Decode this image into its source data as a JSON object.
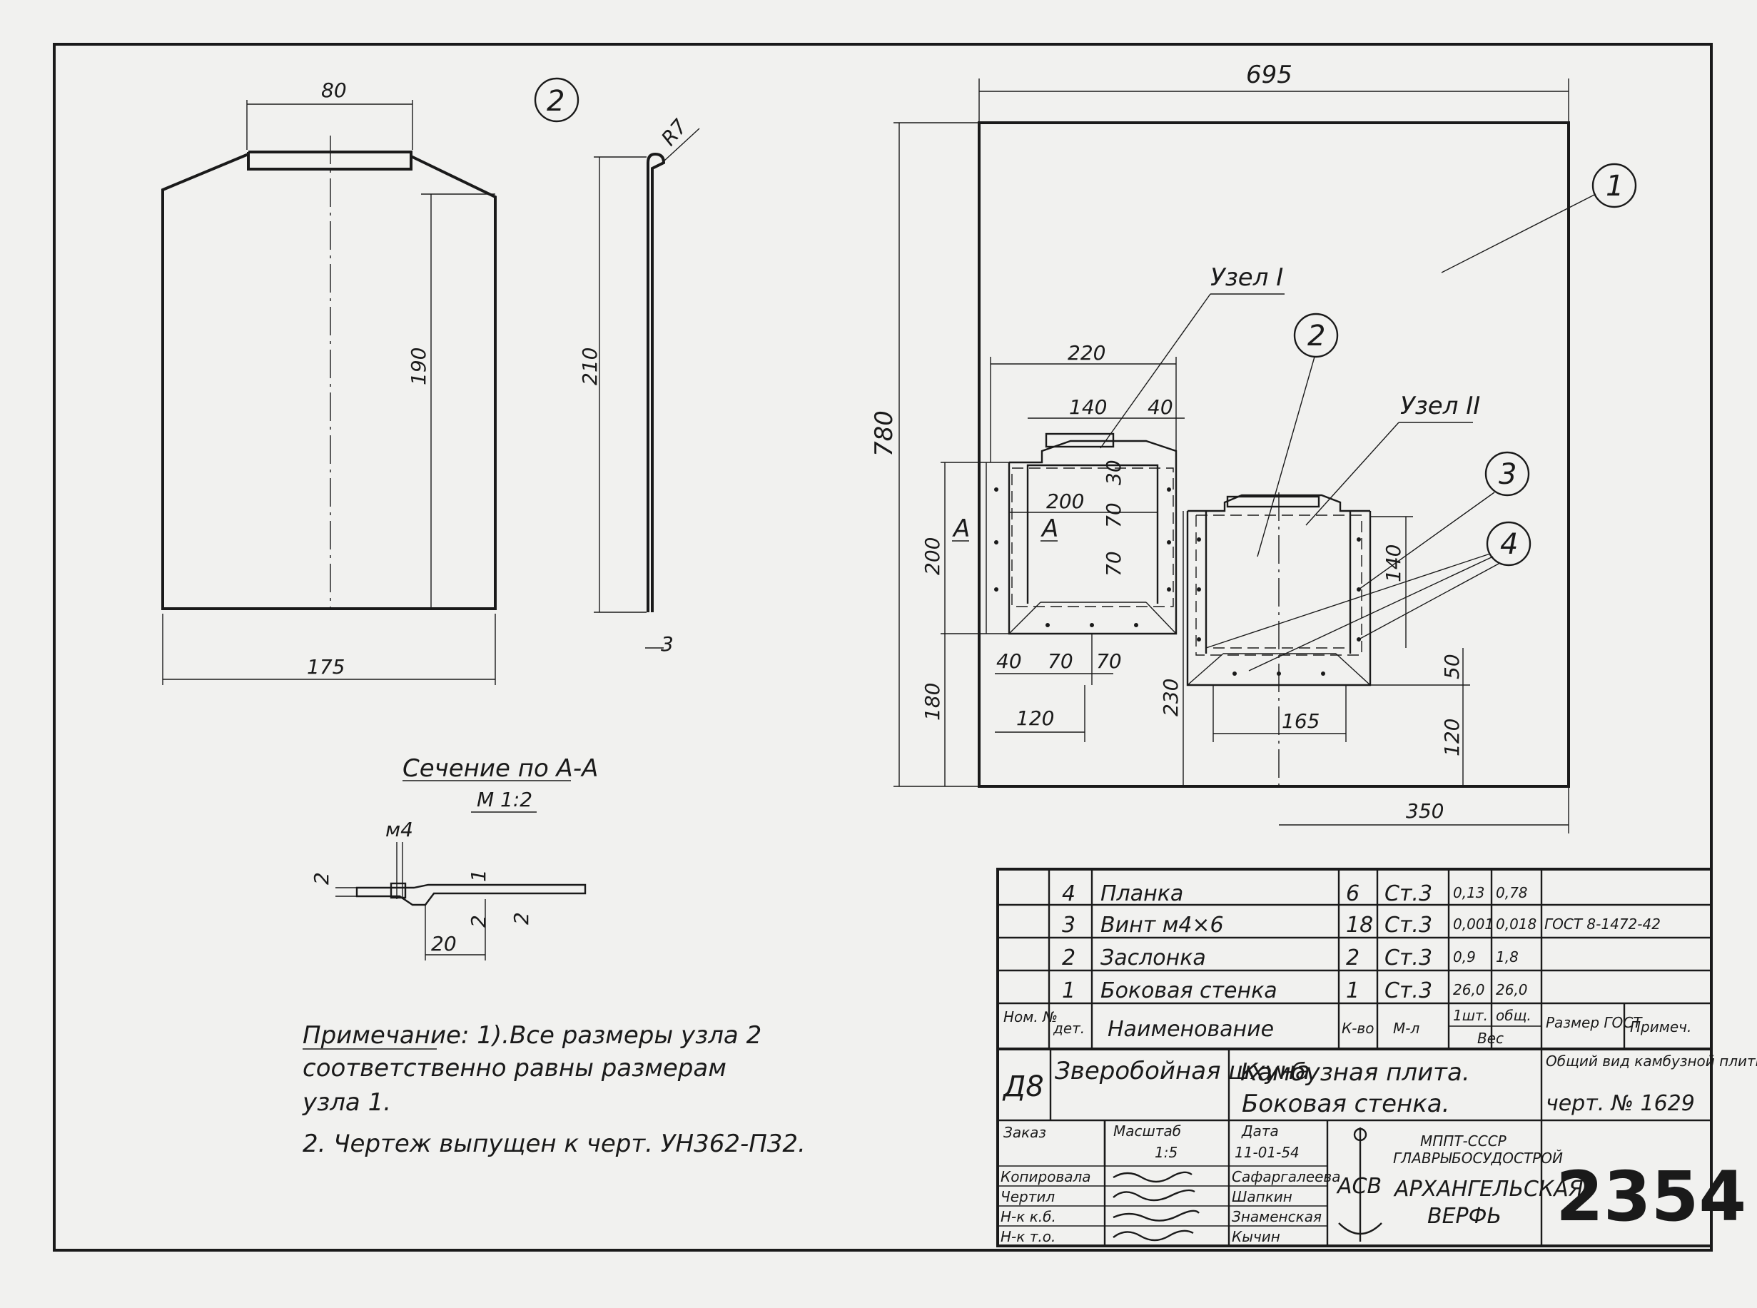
{
  "drawing": {
    "view1": {
      "top_width": "80",
      "height": "190",
      "bottom_width": "175"
    },
    "view2": {
      "mark": "2",
      "height": "210",
      "radius": "R7",
      "thickness": "3"
    },
    "section": {
      "title": "Сечение по А-А",
      "scale": "М 1:2",
      "thread": "м4",
      "d_left": "2",
      "d_right1": "1",
      "d_right2": "2",
      "d_under1": "2",
      "d_bottom": "20"
    },
    "note": {
      "line1": "Примечание: 1).Все размеры узла 2",
      "line2": "соответственно равны размерам",
      "line3": "узла 1.",
      "line4": "2. Чертеж выпущен к черт. УН362-П32."
    },
    "main": {
      "overall_width": "695",
      "overall_height": "780",
      "node1": "Узел I",
      "node2": "Узел II",
      "d220": "220",
      "d140": "140",
      "d40": "40",
      "d30": "30",
      "d200a": "200",
      "d70a": "70",
      "d70b": "70",
      "d200v": "200",
      "d180": "180",
      "d40h": "40",
      "d70h1": "70",
      "d70h2": "70",
      "d120": "120",
      "d140v": "140",
      "d230": "230",
      "d165": "165",
      "d50": "50",
      "d120v": "120",
      "d350": "350",
      "sec_a": "А",
      "callouts": [
        "1",
        "2",
        "3",
        "4"
      ]
    }
  },
  "parts": [
    {
      "num": "4",
      "name": "Планка",
      "qty": "6",
      "mat": "Ст.3",
      "w1": "0,13",
      "wt": "0,78",
      "std": ""
    },
    {
      "num": "3",
      "name": "Винт м4×6",
      "qty": "18",
      "mat": "Ст.3",
      "w1": "0,001",
      "wt": "0,018",
      "std": "ГОСТ 8-1472-42"
    },
    {
      "num": "2",
      "name": "Заслонка",
      "qty": "2",
      "mat": "Ст.3",
      "w1": "0,9",
      "wt": "1,8",
      "std": ""
    },
    {
      "num": "1",
      "name": "Боковая стенка",
      "qty": "1",
      "mat": "Ст.3",
      "w1": "26,0",
      "wt": "26,0",
      "std": ""
    }
  ],
  "parts_header": {
    "num": "Ном. №",
    "det": "дет.",
    "name": "Наименование",
    "qty": "К-во",
    "mat": "М-л",
    "w1": "1шт.",
    "wt": "общ.",
    "weight": "Вес",
    "std": "Размер ГОСТ",
    "note": "Примеч."
  },
  "title_block": {
    "code": "Д8",
    "vessel": "Зверобойная шхуна",
    "title1": "Камбузная плита.",
    "title2": "Боковая стенка.",
    "view": "Общий вид камбузной плиты",
    "chert": "черт. № 1629",
    "order": "Заказ",
    "scale_label": "Масштаб",
    "scale": "1:5",
    "date_label": "Дата",
    "date": "11-01-54",
    "roles": [
      "Копировала",
      "Чертил",
      "Н-к к.б.",
      "Н-к т.о."
    ],
    "names": [
      "Сафаргалеева",
      "Шапкин",
      "Знаменская",
      "Кычин"
    ],
    "org1": "МППТ-СССР",
    "org2": "ГЛАВРЫБОСУДОСТРОЙ",
    "org3": "АРХАНГЕЛЬСКАЯ",
    "org4": "ВЕРФЬ",
    "logo": "АСВ",
    "number": "2354"
  }
}
